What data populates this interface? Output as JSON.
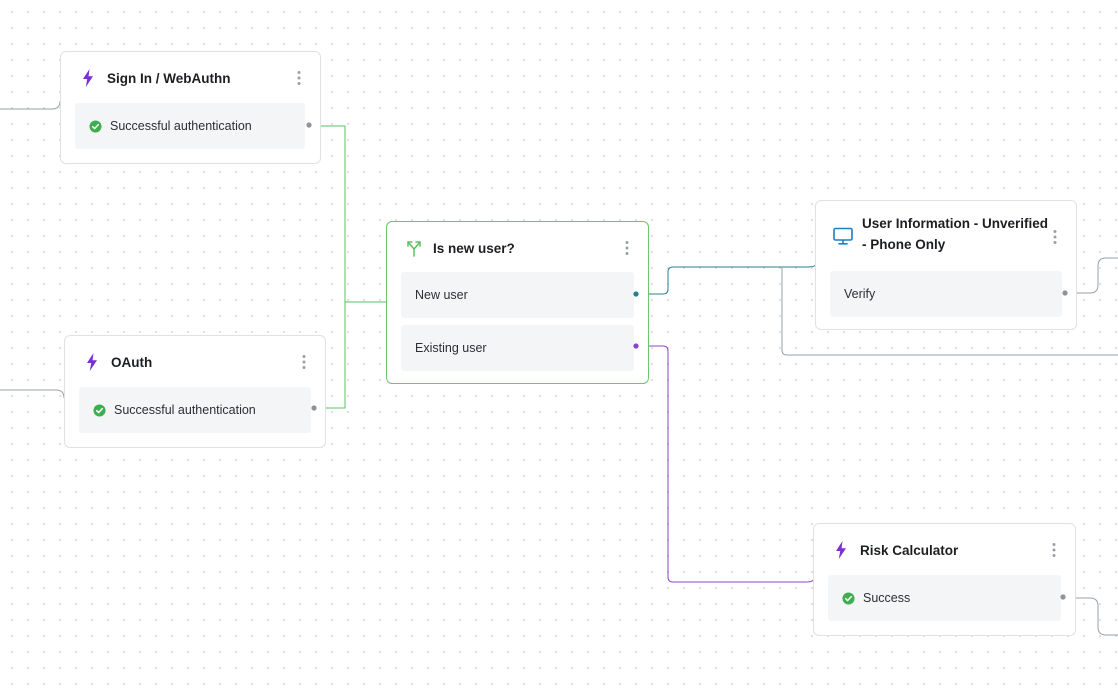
{
  "colors": {
    "lightning": "#7b2fd6",
    "green_wire": "#5cbf62",
    "teal_wire": "#2a7f8f",
    "purple_wire": "#8a44c9",
    "gray_wire": "#9aa0a6",
    "check": "#3fae4f",
    "selected_border": "#6cc56f",
    "monitor": "#1b7fc4"
  },
  "nodes": {
    "signin": {
      "icon": "lightning-icon",
      "title": "Sign In / WebAuthn",
      "outcomes": [
        {
          "icon": "check-circle-icon",
          "label": "Successful authentication"
        }
      ]
    },
    "oauth": {
      "icon": "lightning-icon",
      "title": "OAuth",
      "outcomes": [
        {
          "icon": "check-circle-icon",
          "label": "Successful authentication"
        }
      ]
    },
    "isnew": {
      "icon": "split-arrow-icon",
      "title": "Is new user?",
      "outcomes": [
        {
          "label": "New user"
        },
        {
          "label": "Existing user"
        }
      ]
    },
    "userinfo": {
      "icon": "monitor-icon",
      "title_line1": "User Information - Unverified",
      "title_line2": "- Phone Only",
      "outcomes": [
        {
          "label": "Verify"
        }
      ]
    },
    "risk": {
      "icon": "lightning-icon",
      "title": "Risk Calculator",
      "outcomes": [
        {
          "icon": "check-circle-icon",
          "label": "Success"
        }
      ]
    }
  }
}
